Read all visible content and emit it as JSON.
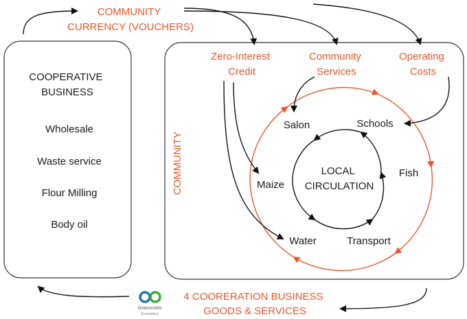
{
  "currency_label": [
    "COMMUNITY",
    "CURRENCY (VOUCHERS)"
  ],
  "cooperative": {
    "title": [
      "COOPERATIVE",
      "BUSINESS"
    ],
    "items": [
      "Wholesale",
      "Waste service",
      "Flour Milling",
      "Body oil"
    ]
  },
  "community_label": "COMMUNITY",
  "sources": [
    [
      "Zero-Interest",
      "Credit"
    ],
    [
      "Community",
      "Services"
    ],
    [
      "Operating",
      "Costs"
    ]
  ],
  "local_circulation": [
    "LOCAL",
    "CIRCULATION"
  ],
  "nodes": {
    "salon": "Salon",
    "schools": "Schools",
    "fish": "Fish",
    "maize": "Maize",
    "water": "Water",
    "transport": "Transport"
  },
  "goods_label": [
    "4 COORERATION BUSINESS",
    "GOODS & SERVICES"
  ],
  "logo_text": [
    "Grassroots",
    "Economics"
  ],
  "colors": {
    "accent": "#e8572a",
    "ink": "#1a1a1a",
    "logo_blue": "#1e73be",
    "logo_green": "#3aa935"
  }
}
